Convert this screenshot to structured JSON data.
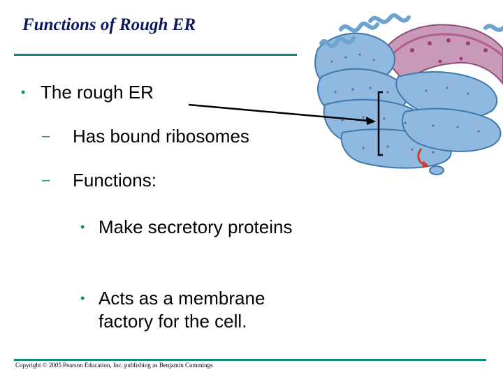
{
  "slide": {
    "title": "Functions of Rough ER",
    "bullet": "The rough ER",
    "sub_items": [
      "Has bound ribosomes",
      "Functions:"
    ],
    "functions": [
      "Make secretory proteins",
      "Acts as a membrane factory for the cell."
    ],
    "copyright": "Copyright © 2005 Pearson Education, Inc. publishing as Benjamin Cummings"
  },
  "markers": {
    "bullet_glyph": "•",
    "dash_glyph": "–"
  },
  "colors": {
    "title": "#0a1a5c",
    "accent_rule": "#118a7e",
    "membrane": "#6fa3cf",
    "membrane_dark": "#3f78ad",
    "nucleus": "#b0608f",
    "arrow_red": "#d13a2a"
  },
  "illustration": {
    "name": "rough-endoplasmic-reticulum",
    "icon": "rough-er-illustration"
  }
}
